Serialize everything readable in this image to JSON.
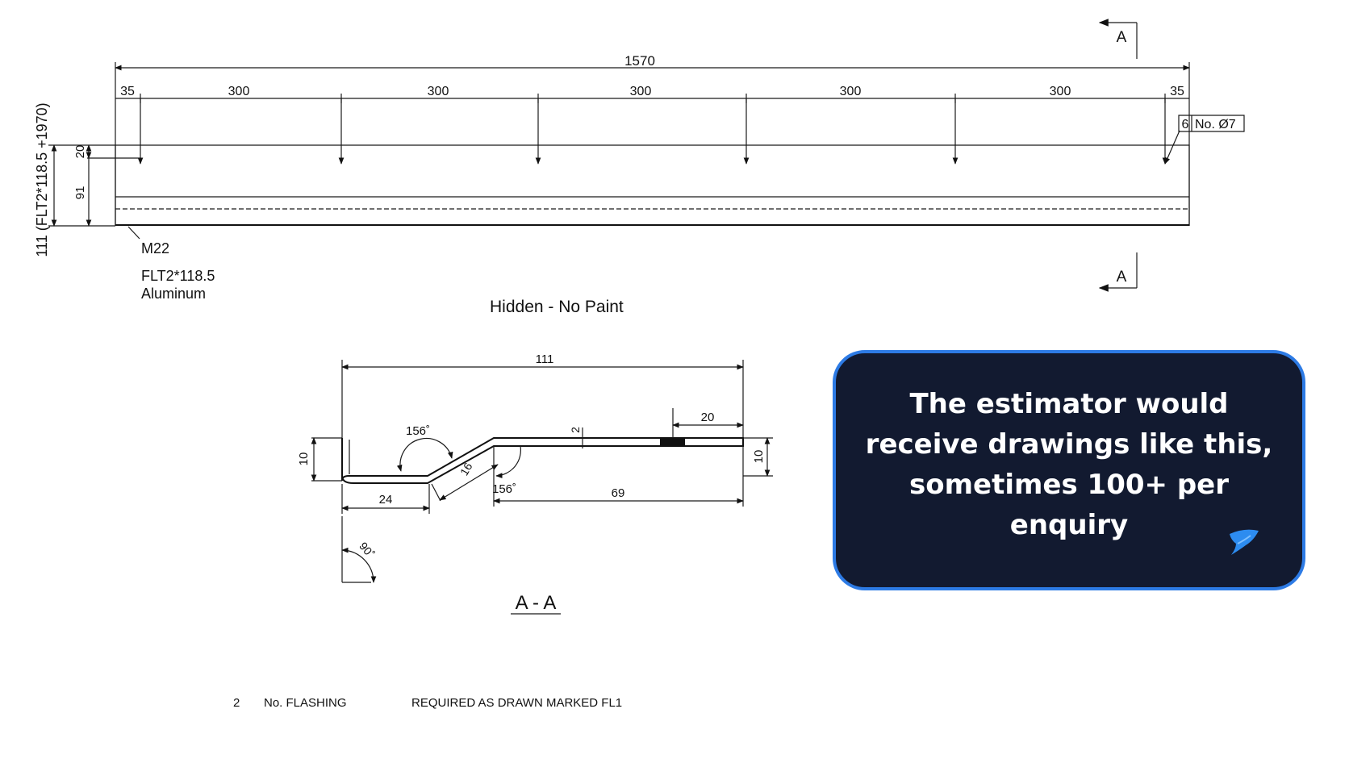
{
  "plan_view": {
    "overall_length": "1570",
    "segments": [
      "35",
      "300",
      "300",
      "300",
      "300",
      "300",
      "35"
    ],
    "hole_callout_count": "6",
    "hole_callout_text": "No. Ø7",
    "height_total": "111 (FLT2*118.5 +1970)",
    "height_top": "20",
    "height_main": "91",
    "thread_label": "M22",
    "material_line1": "FLT2*118.5",
    "material_line2": "Aluminum",
    "note": "Hidden - No Paint",
    "section_marker": "A"
  },
  "section_view": {
    "overall_width": "111",
    "left_flange": "10",
    "right_flange": "10",
    "angle_top": "156˚",
    "angle_bottom": "156˚",
    "angle_corner": "90˚",
    "slope_length": "16",
    "thickness": "2",
    "lip_width": "20",
    "base_width": "24",
    "top_width": "69",
    "title": "A - A"
  },
  "footer": {
    "qty": "2",
    "item": "No.  FLASHING",
    "spec": "REQUIRED AS DRAWN MARKED  FL1"
  },
  "callout": {
    "text": "The estimator would receive drawings like this, sometimes 100+ per enquiry",
    "bg_color": "#121a30",
    "border_color": "#2d7be5",
    "icon": "manta-ray-logo-icon"
  }
}
